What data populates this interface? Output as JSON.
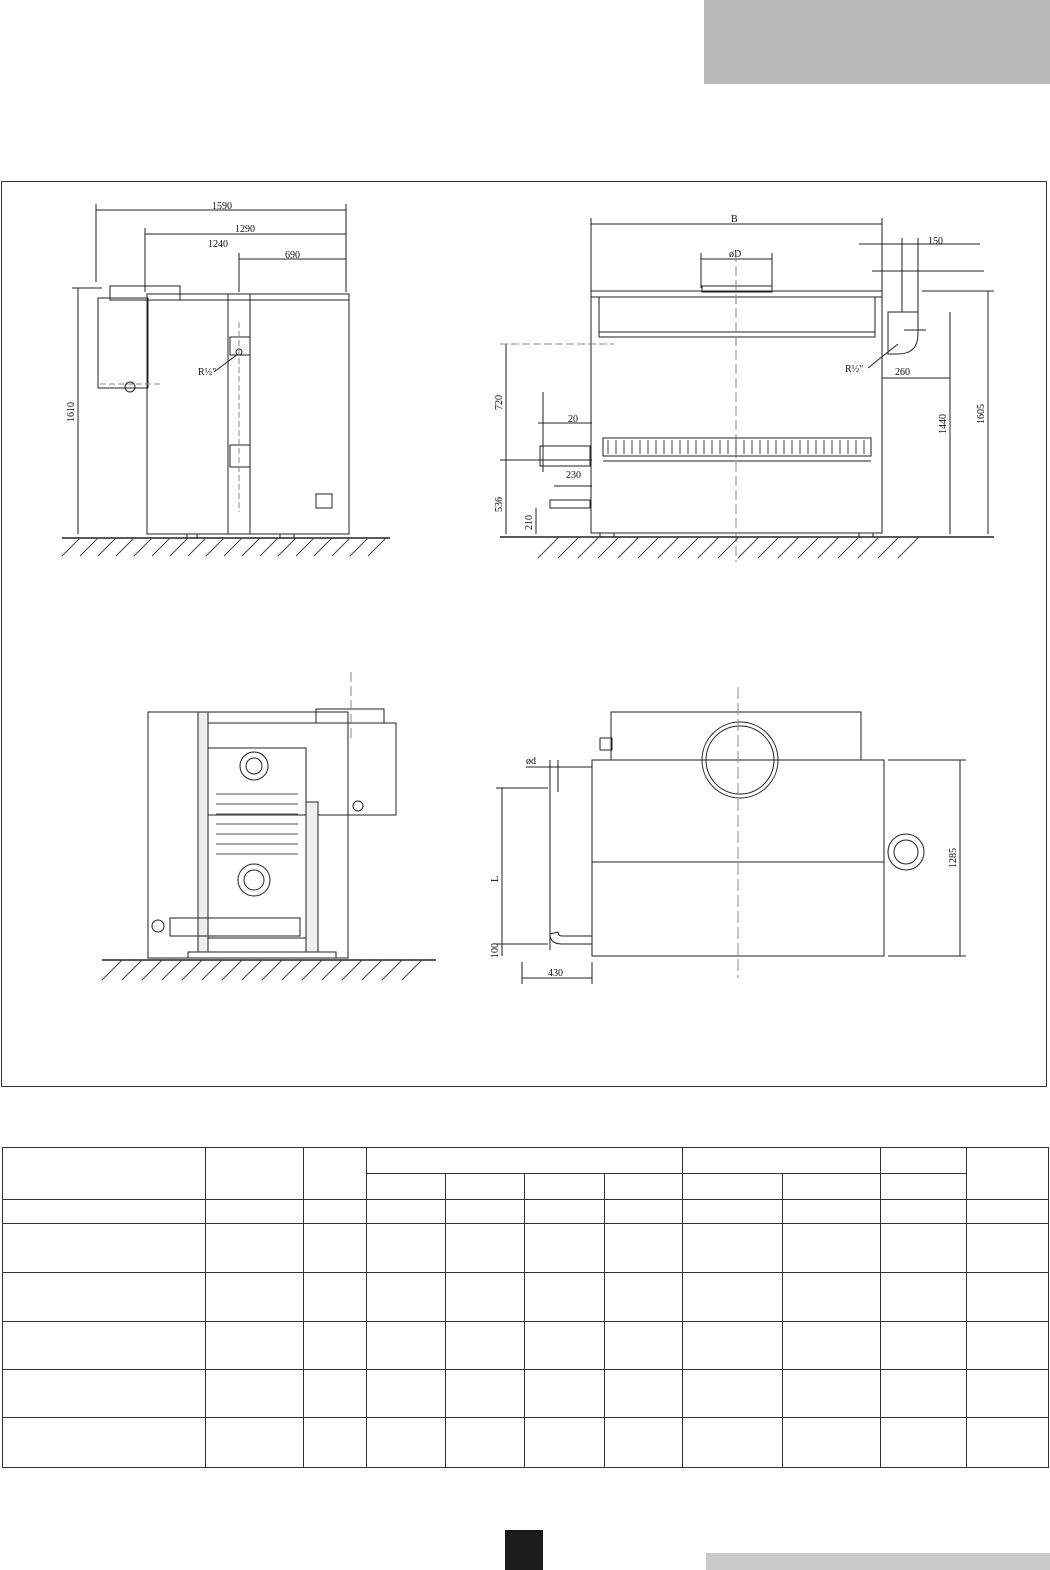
{
  "header": {
    "shade_color": "#b9b9b9"
  },
  "views": {
    "side": {
      "width_overall": "1590",
      "width_a": "1290",
      "width_b": "1240",
      "flue_offset": "690",
      "height": "1610",
      "thread": "R½\""
    },
    "front": {
      "width": "B",
      "flue_diameter": "øD",
      "pipe_offset": "150",
      "thread": "R½\"",
      "pipe_reach": "260",
      "height_1440": "1440",
      "height_1605": "1605",
      "dim_720": "720",
      "dim_20": "20",
      "dim_230": "230",
      "dim_536": "536",
      "dim_210": "210"
    },
    "plan": {
      "inlet_diameter": "ød",
      "length": "L",
      "depth": "1285",
      "offset_100": "100",
      "offset_430": "430"
    }
  },
  "table": {
    "rows": 8,
    "columns": 11
  }
}
